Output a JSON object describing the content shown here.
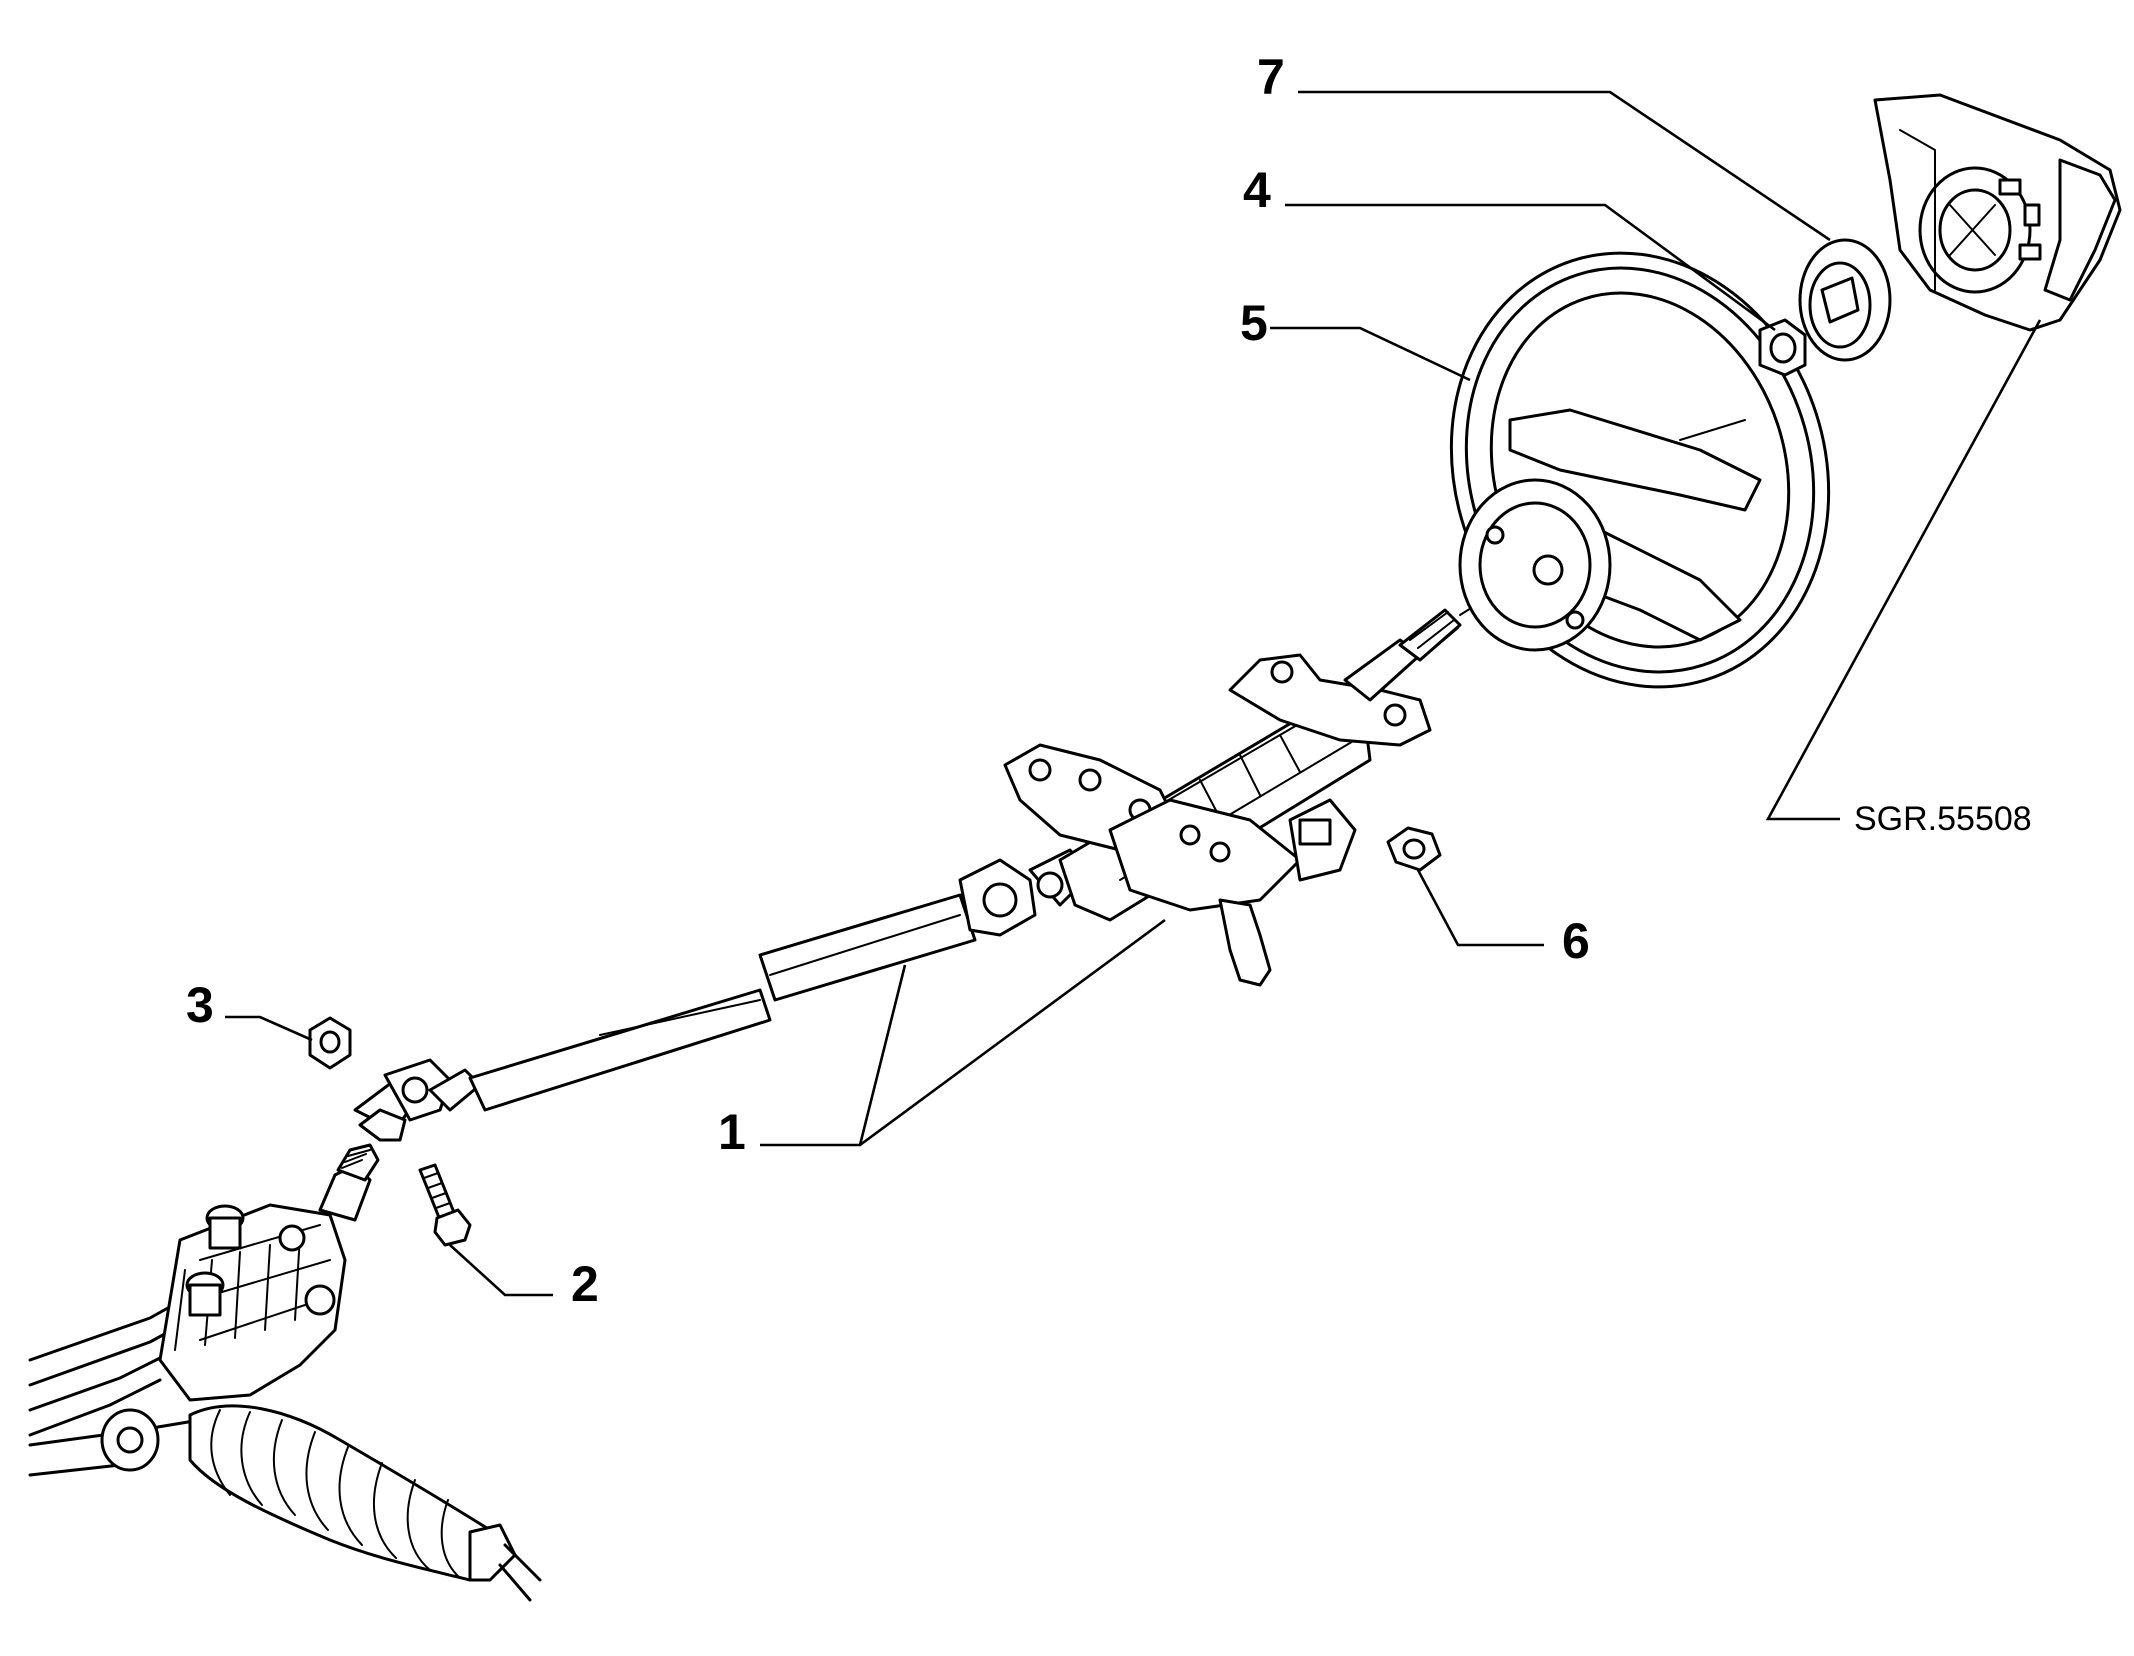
{
  "diagram": {
    "reference_code": "SGR.55508",
    "callouts": [
      {
        "id": "1",
        "label": "1"
      },
      {
        "id": "2",
        "label": "2"
      },
      {
        "id": "3",
        "label": "3"
      },
      {
        "id": "4",
        "label": "4"
      },
      {
        "id": "5",
        "label": "5"
      },
      {
        "id": "6",
        "label": "6"
      },
      {
        "id": "7",
        "label": "7"
      }
    ]
  }
}
